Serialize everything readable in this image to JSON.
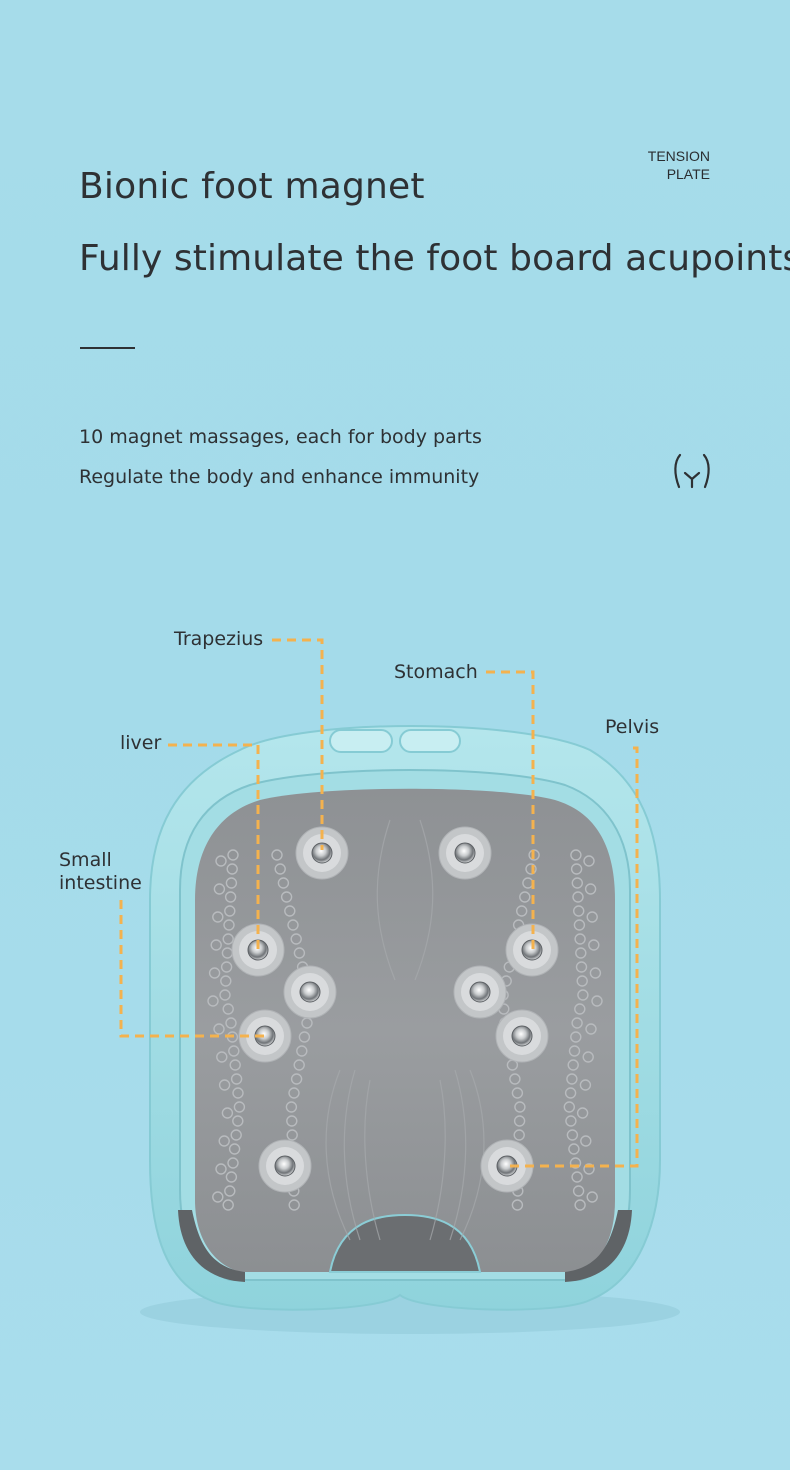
{
  "header": {
    "title": "Bionic foot magnet",
    "subtitle": "Fully stimulate the foot board acupoints",
    "corner_label_line1": "TENSION",
    "corner_label_line2": "PLATE"
  },
  "description": {
    "line1": "10 magnet massages, each for body parts",
    "line2": "Regulate the body and enhance immunity"
  },
  "icons": {
    "body_icon": "pelvis-outline-icon"
  },
  "callouts": {
    "trapezius": "Trapezius",
    "stomach": "Stomach",
    "pelvis": "Pelvis",
    "liver": "liver",
    "small_intestine_line1": "Small",
    "small_intestine_line2": "intestine"
  },
  "colors": {
    "background": "#a6dcea",
    "device_shell": "#9fdce3",
    "plate": "#979a9c",
    "callout_line": "#f4b24e",
    "text": "#2e3134"
  }
}
